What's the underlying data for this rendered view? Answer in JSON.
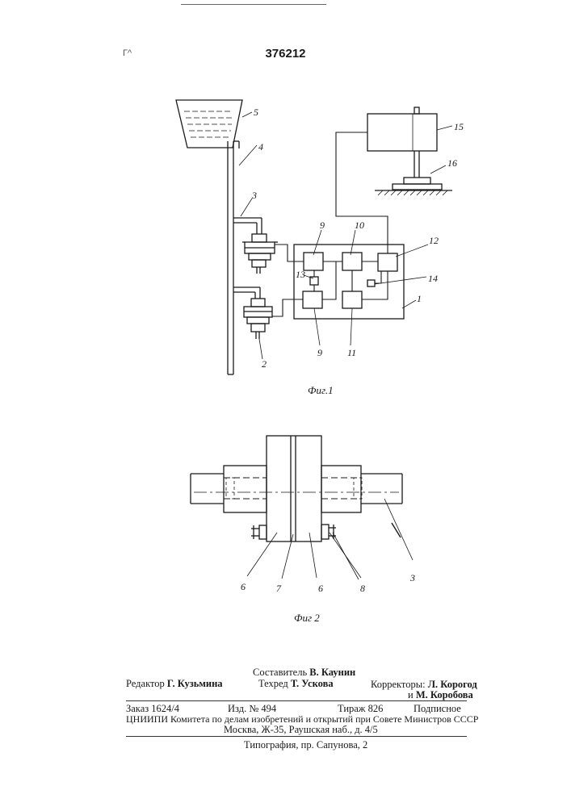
{
  "document": {
    "page_number": "376212",
    "corner_mark": "Г^"
  },
  "figure1": {
    "caption": "Фиг.1",
    "labels": [
      "5",
      "4",
      "3",
      "9",
      "10",
      "12",
      "13",
      "14",
      "1",
      "9",
      "11",
      "2",
      "15",
      "16"
    ]
  },
  "figure2": {
    "caption": "Фиг 2",
    "labels": [
      "6",
      "7",
      "6",
      "8",
      "3"
    ]
  },
  "colophon": {
    "composer": {
      "role": "Составитель",
      "name": "В. Каунин"
    },
    "editor": {
      "role": "Редактор",
      "name": "Г. Кузьмина"
    },
    "techred": {
      "role": "Техред",
      "name": "Т. Ускова"
    },
    "correctors": {
      "role": "Корректоры:",
      "name1": "Л. Корогод",
      "conj": "и",
      "name2": "М. Коробова"
    },
    "order": "Заказ 1624/4",
    "edition": "Изд. № 494",
    "circulation": "Тираж 826",
    "subscription": "Подписное",
    "publisher": "ЦНИИПИ Комитета по делам изобретений и открытий при Совете Министров СССР",
    "address": "Москва, Ж-35, Раушская наб., д. 4/5",
    "printer": "Типография, пр. Сапунова, 2"
  }
}
